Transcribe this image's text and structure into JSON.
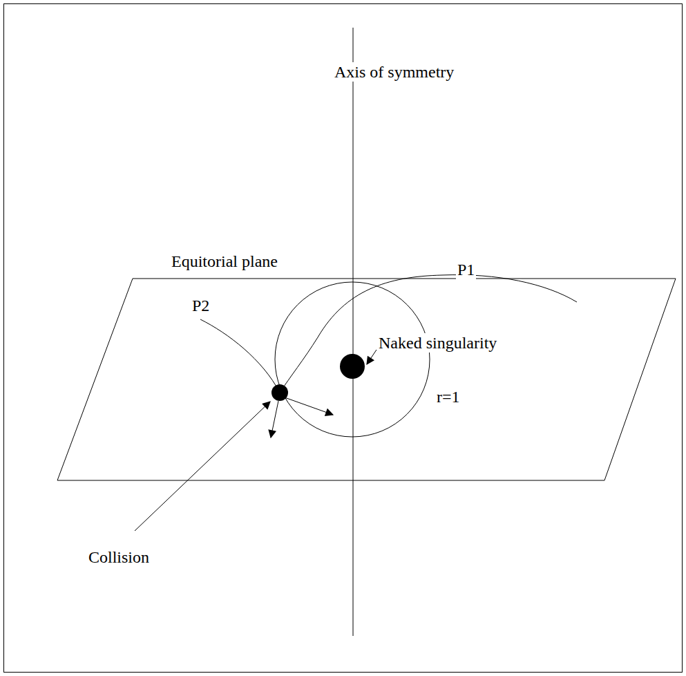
{
  "diagram": {
    "labels": [
      "Axis of symmetry",
      "Equitorial plane",
      "P1",
      "P2",
      "Naked singularity",
      "r=1",
      "Collision"
    ]
  }
}
